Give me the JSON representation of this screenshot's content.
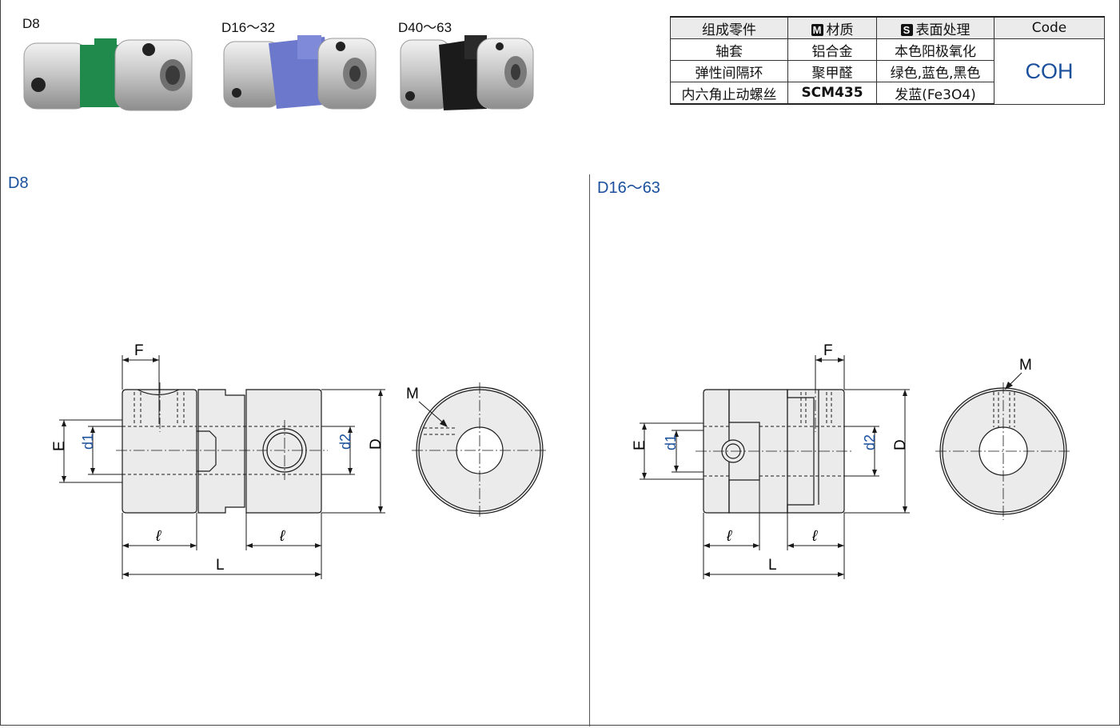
{
  "photos": [
    {
      "label": "D8",
      "spacer_color": "#1f8a4c"
    },
    {
      "label": "D16～32",
      "spacer_color": "#6b78cc"
    },
    {
      "label": "D40～63",
      "spacer_color": "#1b1b1b"
    }
  ],
  "spec_table": {
    "headers": {
      "part": "组成零件",
      "material_tag": "M",
      "material": "材质",
      "surface_tag": "S",
      "surface": "表面处理",
      "code": "Code"
    },
    "rows": [
      {
        "part": "轴套",
        "material": "铝合金",
        "surface": "本色阳极氧化"
      },
      {
        "part": "弹性间隔环",
        "material": "聚甲醛",
        "surface": "绿色,蓝色,黑色"
      },
      {
        "part": "内六角止动螺丝",
        "material": "SCM435",
        "surface": "发蓝(Fe3O4)"
      }
    ],
    "code_value": "COH"
  },
  "sections": {
    "left_title": "D8",
    "right_title": "D16～63"
  },
  "dimension_labels": {
    "F": "F",
    "E": "E",
    "d1": "d1",
    "d2": "d2",
    "D": "D",
    "M": "M",
    "l": "ℓ",
    "L": "L"
  },
  "colors": {
    "accent_blue": "#1a4f9c",
    "part_fill": "#ebebeb",
    "line": "#1a1a1a"
  }
}
